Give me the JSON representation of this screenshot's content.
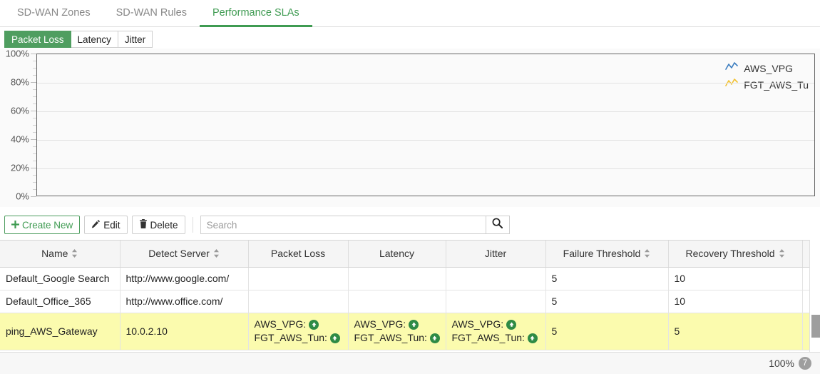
{
  "tabs": [
    {
      "label": "SD-WAN Zones",
      "active": false
    },
    {
      "label": "SD-WAN Rules",
      "active": false
    },
    {
      "label": "Performance SLAs",
      "active": true
    }
  ],
  "metric_buttons": [
    {
      "label": "Packet Loss",
      "active": true
    },
    {
      "label": "Latency",
      "active": false
    },
    {
      "label": "Jitter",
      "active": false
    }
  ],
  "toolbar": {
    "create_label": "Create New",
    "edit_label": "Edit",
    "delete_label": "Delete",
    "search_placeholder": "Search",
    "search_value": ""
  },
  "chart_data": {
    "type": "line",
    "title": "",
    "xlabel": "",
    "ylabel": "",
    "ylim": [
      0,
      100
    ],
    "y_ticks": [
      "0%",
      "20%",
      "40%",
      "60%",
      "80%",
      "100%"
    ],
    "y_tick_values": [
      0,
      20,
      40,
      60,
      80,
      100
    ],
    "grid": true,
    "legend_position": "top-right",
    "series": [
      {
        "name": "AWS_VPG",
        "color": "#3b7dbf",
        "values": []
      },
      {
        "name": "FGT_AWS_Tu",
        "color": "#f2c130",
        "values": []
      }
    ]
  },
  "table": {
    "columns": [
      {
        "label": "Name",
        "sortable": true,
        "width": 168
      },
      {
        "label": "Detect Server",
        "sortable": true,
        "width": 180
      },
      {
        "label": "Packet Loss",
        "sortable": false,
        "width": 140
      },
      {
        "label": "Latency",
        "sortable": false,
        "width": 137
      },
      {
        "label": "Jitter",
        "sortable": false,
        "width": 140
      },
      {
        "label": "Failure Threshold",
        "sortable": true,
        "width": 172
      },
      {
        "label": "Recovery Threshold",
        "sortable": true,
        "width": 188
      },
      {
        "label": "",
        "sortable": false,
        "width": 25
      }
    ],
    "rows": [
      {
        "selected": false,
        "tall": false,
        "name": "Default_Google Search",
        "detect_server": "http://www.google.com/",
        "packet_loss": [],
        "latency": [],
        "jitter": [],
        "failure_threshold": "5",
        "recovery_threshold": "10"
      },
      {
        "selected": false,
        "tall": false,
        "name": "Default_Office_365",
        "detect_server": "http://www.office.com/",
        "packet_loss": [],
        "latency": [],
        "jitter": [],
        "failure_threshold": "5",
        "recovery_threshold": "10"
      },
      {
        "selected": true,
        "tall": true,
        "name": "ping_AWS_Gateway",
        "detect_server": "10.0.2.10",
        "packet_loss": [
          {
            "label": "AWS_VPG:",
            "status": "up"
          },
          {
            "label": "FGT_AWS_Tun:",
            "status": "up"
          }
        ],
        "latency": [
          {
            "label": "AWS_VPG:",
            "status": "up"
          },
          {
            "label": "FGT_AWS_Tun:",
            "status": "up"
          }
        ],
        "jitter": [
          {
            "label": "AWS_VPG:",
            "status": "up"
          },
          {
            "label": "FGT_AWS_Tun:",
            "status": "up"
          }
        ],
        "failure_threshold": "5",
        "recovery_threshold": "5"
      }
    ]
  },
  "statusbar": {
    "zoom": "100%",
    "count": "7"
  },
  "colors": {
    "accent_green": "#3f9b52",
    "active_button_green": "#4f9e60",
    "selected_row": "#fbfbae",
    "status_up": "#2e8b45"
  }
}
